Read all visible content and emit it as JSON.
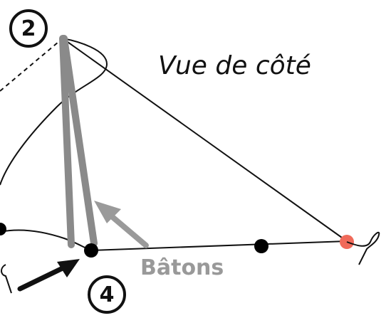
{
  "title": "Vue de côté",
  "steps": {
    "top": "2",
    "bottom": "4"
  },
  "batons_label": "Bâtons",
  "colors": {
    "line": "#111111",
    "pole": "#8a8a8a",
    "arrow_gray": "#9a9a9a",
    "anchor": "#f06a5a",
    "node": "#000000"
  }
}
